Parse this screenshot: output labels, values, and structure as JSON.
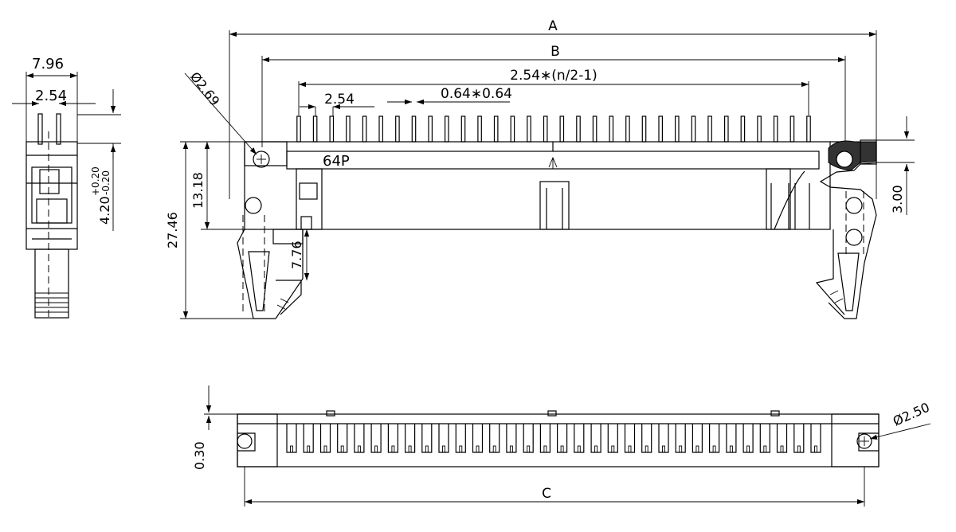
{
  "dimensions": {
    "side_width": "7.96",
    "side_pitch": "2.54",
    "side_height": "4.20",
    "side_tol_plus": "+0.20",
    "side_tol_minus": "-0.20",
    "overall_length": "A",
    "latch_span": "B",
    "pin_span": "2.54∗(n/2-1)",
    "pin_pitch": "2.54",
    "pin_section": "0.64∗0.64",
    "mount_hole": "Ø2.69",
    "body_height": "13.18",
    "total_height": "27.46",
    "latch_offset": "7.76",
    "latch_step": "3.00",
    "bottom_offset": "0.30",
    "bottom_hole": "Ø2.50",
    "bottom_length": "C"
  },
  "label": {
    "pin_count": "64P"
  },
  "pin_count": 32
}
